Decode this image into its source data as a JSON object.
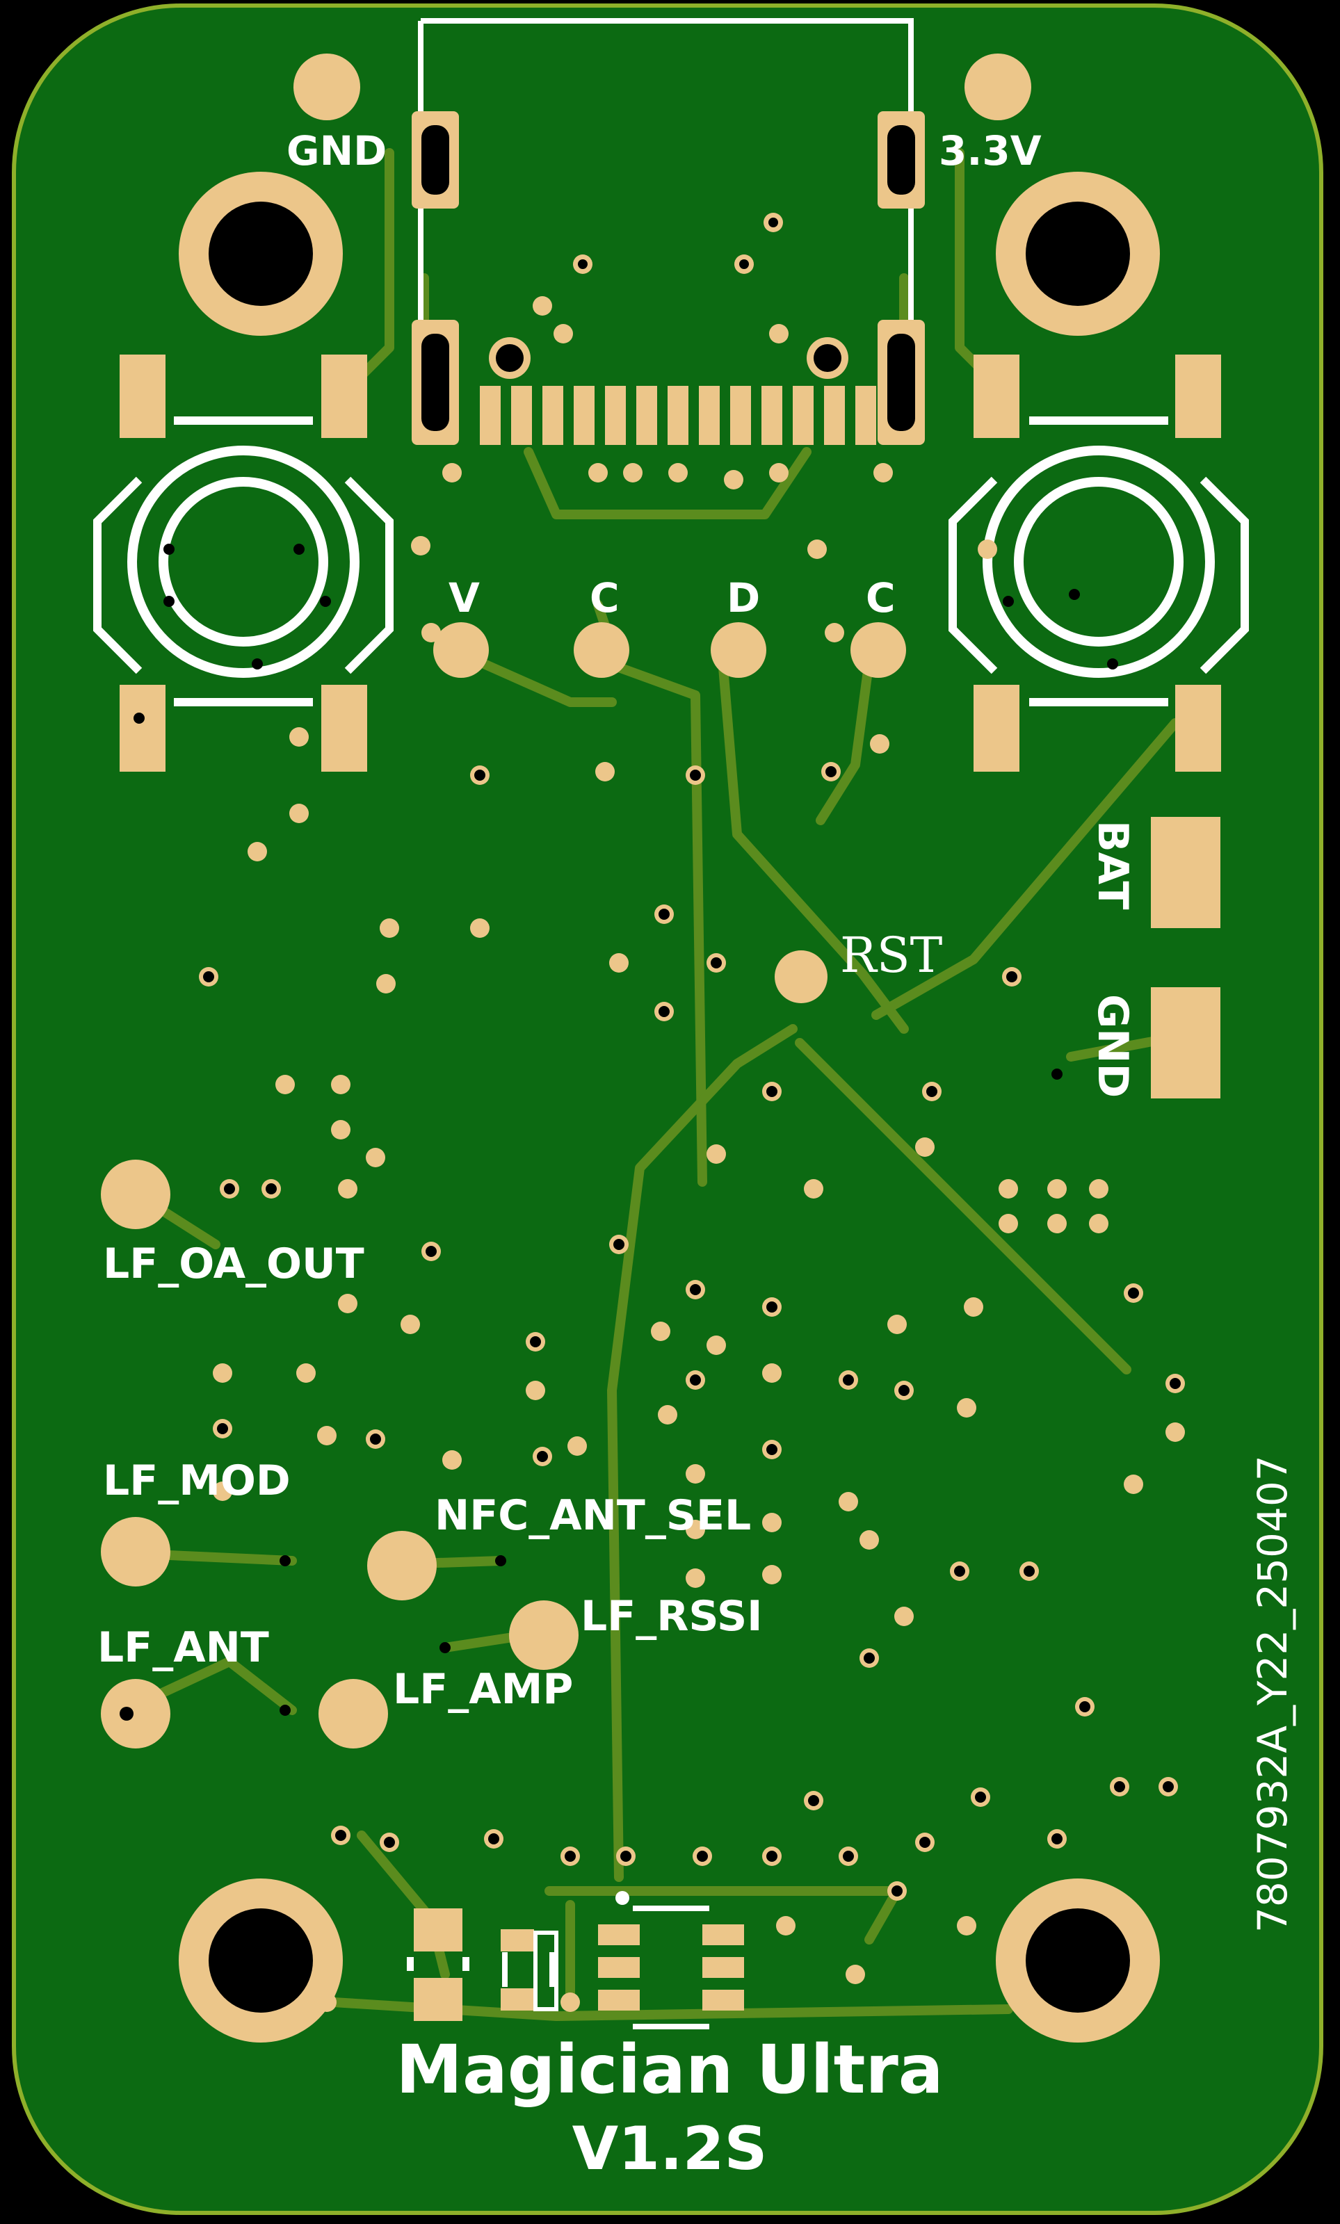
{
  "colors": {
    "board": "#0c6a12",
    "board_edge": "#8fb02a",
    "trace": "#5b8c1e",
    "pad": "#ecc68a",
    "drill": "#000000",
    "silkscreen": "#ffffff"
  },
  "labels": {
    "gnd_top": "GND",
    "v33": "3.3V",
    "usb_v": "V",
    "usb_c1": "C",
    "usb_d": "D",
    "usb_c2": "C",
    "rst": "RST",
    "bat": "BAT",
    "gnd_side": "GND",
    "lf_oa_out": "LF_OA_OUT",
    "lf_mod": "LF_MOD",
    "nfc_ant_sel": "NFC_ANT_SEL",
    "lf_rssi": "LF_RSSI",
    "lf_ant": "LF_ANT",
    "lf_amp": "LF_AMP",
    "board_id": "7807932A_Y22_250407",
    "title": "Magician Ultra",
    "version": "V1.2S"
  },
  "icons": {
    "mounting_hole": "mounting-hole-icon",
    "tact_switch": "tactile-switch-icon",
    "usb_connector": "usb-c-connector-icon"
  }
}
